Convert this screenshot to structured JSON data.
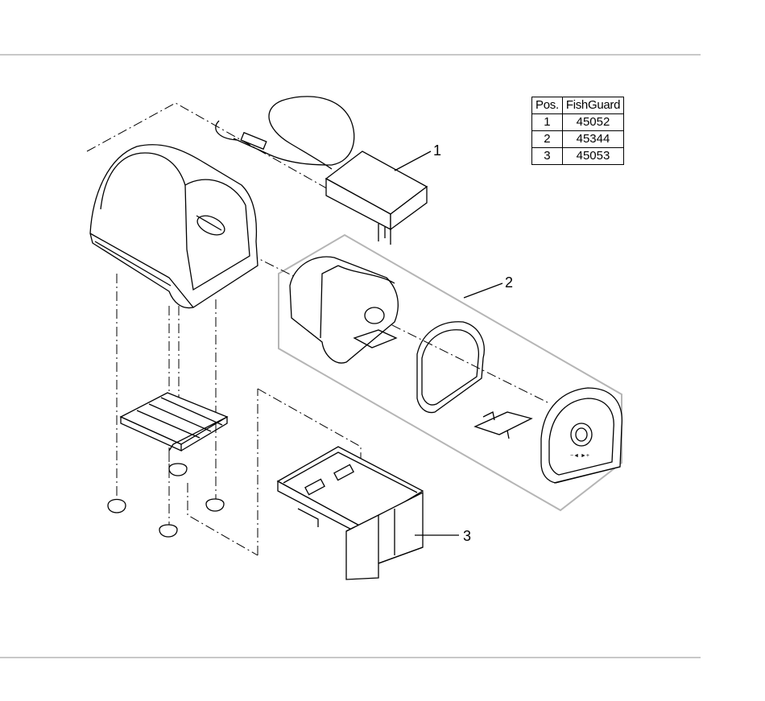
{
  "table": {
    "headers": [
      "Pos.",
      "FishGuard"
    ],
    "rows": [
      {
        "pos": "1",
        "code": "45052"
      },
      {
        "pos": "2",
        "code": "45344"
      },
      {
        "pos": "3",
        "code": "45053"
      }
    ]
  },
  "callouts": {
    "c1": "1",
    "c2": "2",
    "c3": "3"
  }
}
